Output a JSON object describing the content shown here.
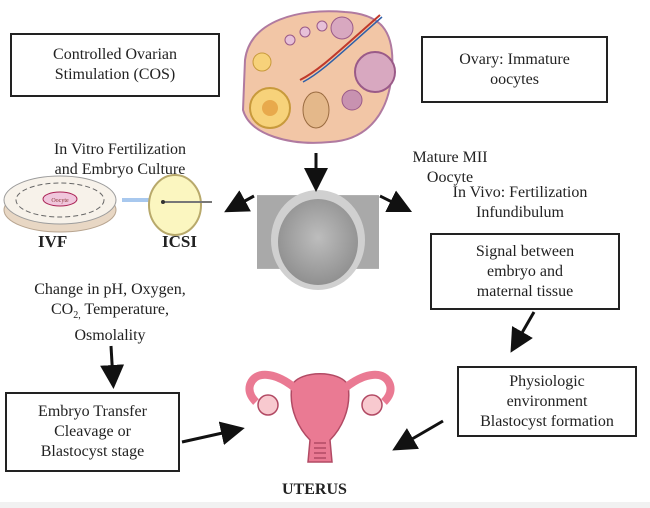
{
  "boxes": {
    "cos": [
      "Controlled Ovarian",
      "Stimulation (COS)"
    ],
    "ovary": [
      "Ovary: Immature",
      "oocytes"
    ],
    "signal": [
      "Signal between",
      "embryo and",
      "maternal tissue"
    ],
    "transfer": [
      "Embryo Transfer",
      "Cleavage or",
      "Blastocyst stage"
    ],
    "physiologic": [
      "Physiologic",
      "environment",
      "Blastocyst formation"
    ]
  },
  "texts": {
    "ivf_culture": [
      "In Vitro Fertilization",
      "and Embryo Culture"
    ],
    "mature": [
      "Mature MII",
      "Oocyte"
    ],
    "in_vivo": [
      "In Vivo: Fertilization",
      "Infundibulum"
    ],
    "change_line1": "Change in pH, Oxygen,",
    "change_co": "CO",
    "change_sub": "2,",
    "change_line2_rest": " Temperature,",
    "change_line3": "Osmolality",
    "dish_label": "Oocyte"
  },
  "labels": {
    "ivf": "IVF",
    "icsi": "ICSI",
    "uterus": "UTERUS"
  },
  "colors": {
    "uterus": "#e9748f",
    "ovary": "#f1c9a8",
    "ovary_outline": "#b07aa0",
    "icsi_fill": "#fbf6c0"
  }
}
